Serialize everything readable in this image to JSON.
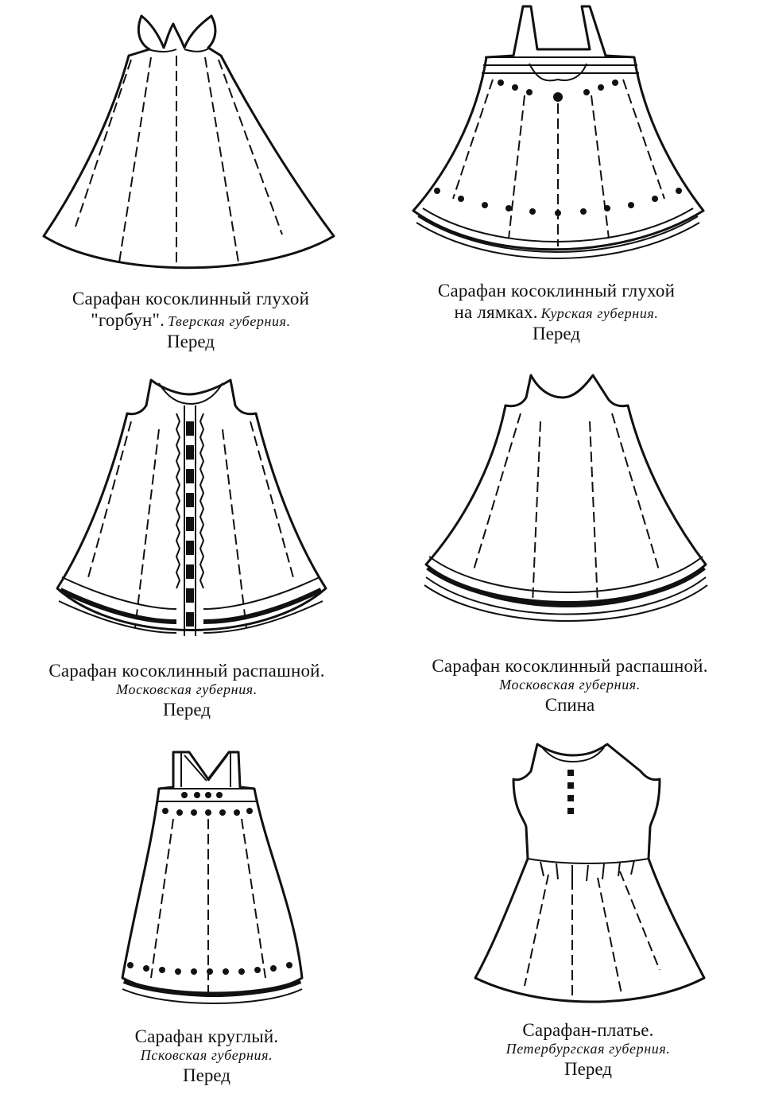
{
  "figures": [
    {
      "title": "Сарафан косоклинный глухой",
      "title2": "\"горбун\".",
      "region": "Тверская губерния.",
      "view": "Перед"
    },
    {
      "title": "Сарафан косоклинный глухой",
      "title2": "на  лямках.",
      "region": "Курская губерния.",
      "view": "Перед"
    },
    {
      "title": "Сарафан косоклинный распашной.",
      "region": "Московская губерния.",
      "view": "Перед"
    },
    {
      "title": "Сарафан косоклинный распашной.",
      "region": "Московская губерния.",
      "view": "Спина"
    },
    {
      "title": "Сарафан круглый.",
      "region": "Псковская губерния.",
      "view": "Перед"
    },
    {
      "title": "Сарафан-платье.",
      "region": "Петербургская губерния.",
      "view": "Перед"
    }
  ]
}
